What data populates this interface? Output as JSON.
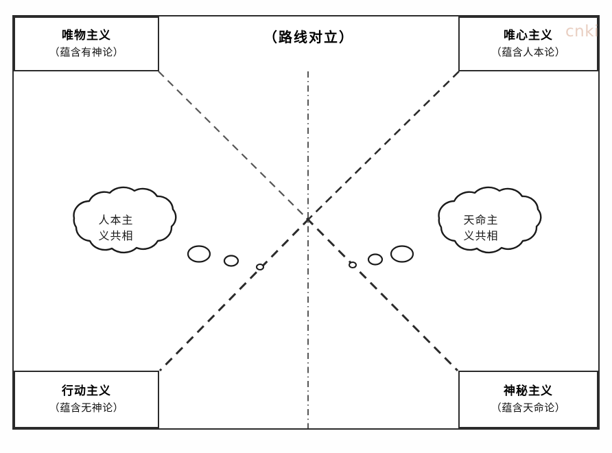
{
  "diagram": {
    "center_title": "（路线对立）",
    "watermark": "cnki",
    "colors": {
      "line": "#2b2b2b",
      "text": "#000000",
      "watermark": "#e9cfc2",
      "background": "#ffffff"
    },
    "corners": {
      "top_left": {
        "title": "唯物主义",
        "subtitle": "（蕴含有神论）"
      },
      "top_right": {
        "title": "唯心主义",
        "subtitle": "（蕴含人本论）"
      },
      "bottom_left": {
        "title": "行动主义",
        "subtitle": "（蕴含无神论）"
      },
      "bottom_right": {
        "title": "神秘主义",
        "subtitle": "（蕴含天命论）"
      }
    },
    "clouds": {
      "left": {
        "line1": "人本主",
        "line2": "义共相"
      },
      "right": {
        "line1": "天命主",
        "line2": "义共相"
      }
    }
  }
}
